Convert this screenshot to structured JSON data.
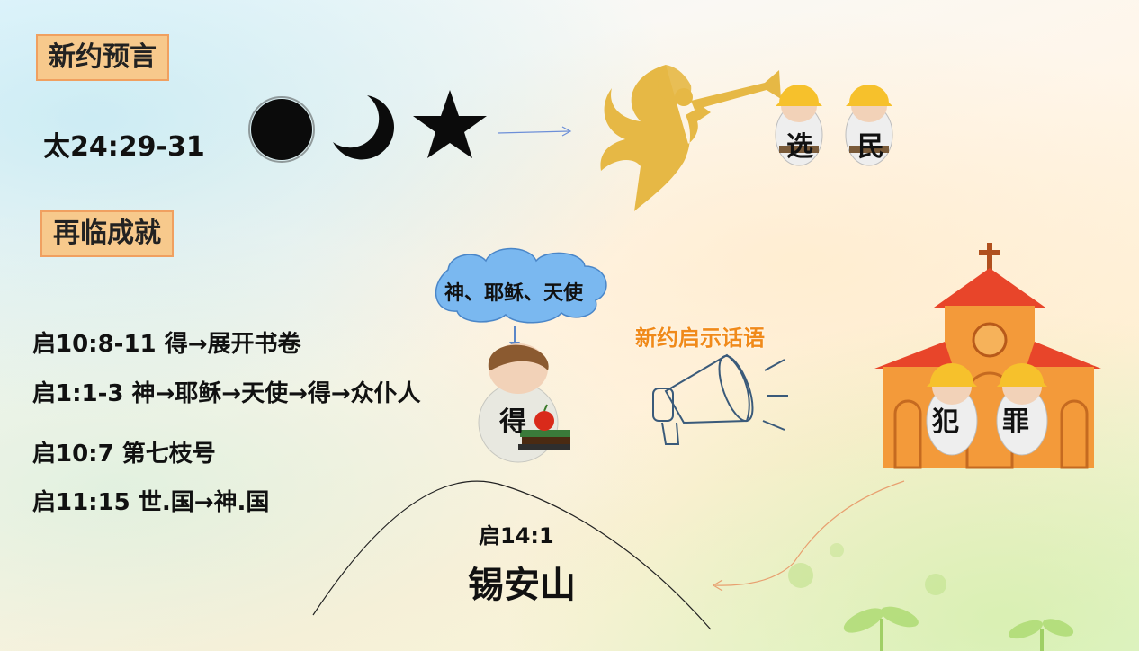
{
  "headings": {
    "prophecy": "新约预言",
    "fulfillment": "再临成就"
  },
  "prophecy_ref": "太24:29-31",
  "elect_labels": [
    "选",
    "民"
  ],
  "cloud_text": "神、耶稣、天使",
  "receiver_label": "得",
  "revelation_label": "新约启示话语",
  "verses": [
    "启10:8-11  得→展开书卷",
    "启1:1-3   神→耶稣→天使→得→众仆人",
    "启10:7 第七枝号",
    "启11:15  世.国→神.国"
  ],
  "church_labels": [
    "犯",
    "罪"
  ],
  "mountain_ref": "启14:1",
  "mountain_name": "锡安山",
  "colors": {
    "tag_bg": "#f7c98c",
    "tag_border": "#f0a060",
    "cloud": "#7ab8f0",
    "church": "#f39a3a",
    "roof": "#e8452a",
    "angel": "#e6b845",
    "revelation_text": "#f08a1a"
  },
  "icons": [
    "sun-dark-icon",
    "moon-icon",
    "star-icon",
    "angel-trumpet-icon",
    "megaphone-icon",
    "church-icon",
    "book-apple-icon"
  ]
}
